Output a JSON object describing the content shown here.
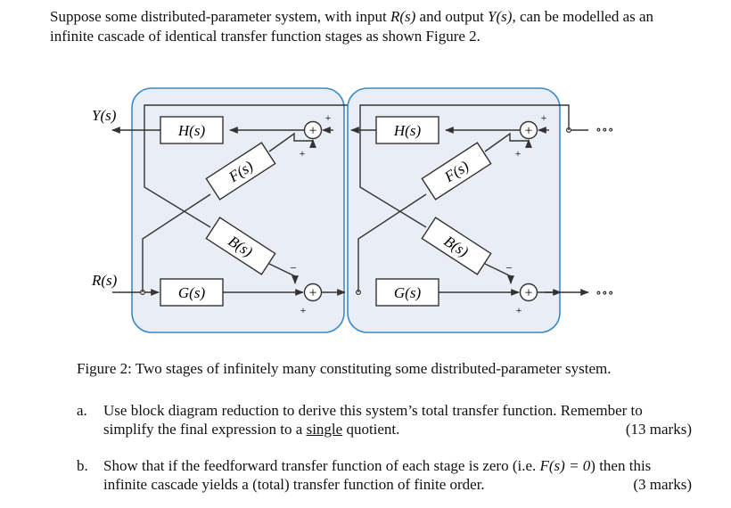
{
  "intro": {
    "t1": "Suppose some distributed-parameter system, with input ",
    "input_sym": "R(s)",
    "t2": " and output ",
    "output_sym": "Y(s)",
    "t3": ", can be modelled as an infinite cascade of identical transfer function stages as shown Figure 2."
  },
  "diagram": {
    "output_label": "Y(s)",
    "input_label": "R(s)",
    "blocks": {
      "h": "H(s)",
      "f": "F(s)",
      "b": "B(s)",
      "g": "G(s)"
    },
    "sum_symbol": "+",
    "plus_sign": "+",
    "minus_sign": "−",
    "ellipsis": "∘∘∘",
    "colors": {
      "stage_fill": "#e9eef6",
      "stage_stroke": "#3d8ac4",
      "line": "#333333"
    }
  },
  "caption": "Figure 2: Two stages of infinitely many constituting some distributed-parameter system.",
  "questions": [
    {
      "label": "a.",
      "text_before": "Use block diagram reduction to derive this system’s total transfer function. Remember to simplify the final expression to a ",
      "underlined": "single",
      "text_after": " quotient.",
      "marks": "(13 marks)"
    },
    {
      "label": "b.",
      "text_before": "Show that if the feedforward transfer function of each stage is zero (i.e. ",
      "math": "F(s) = 0",
      "text_after": ") then this infinite cascade yields a (total) transfer function of finite order.",
      "marks": "(3 marks)"
    }
  ]
}
